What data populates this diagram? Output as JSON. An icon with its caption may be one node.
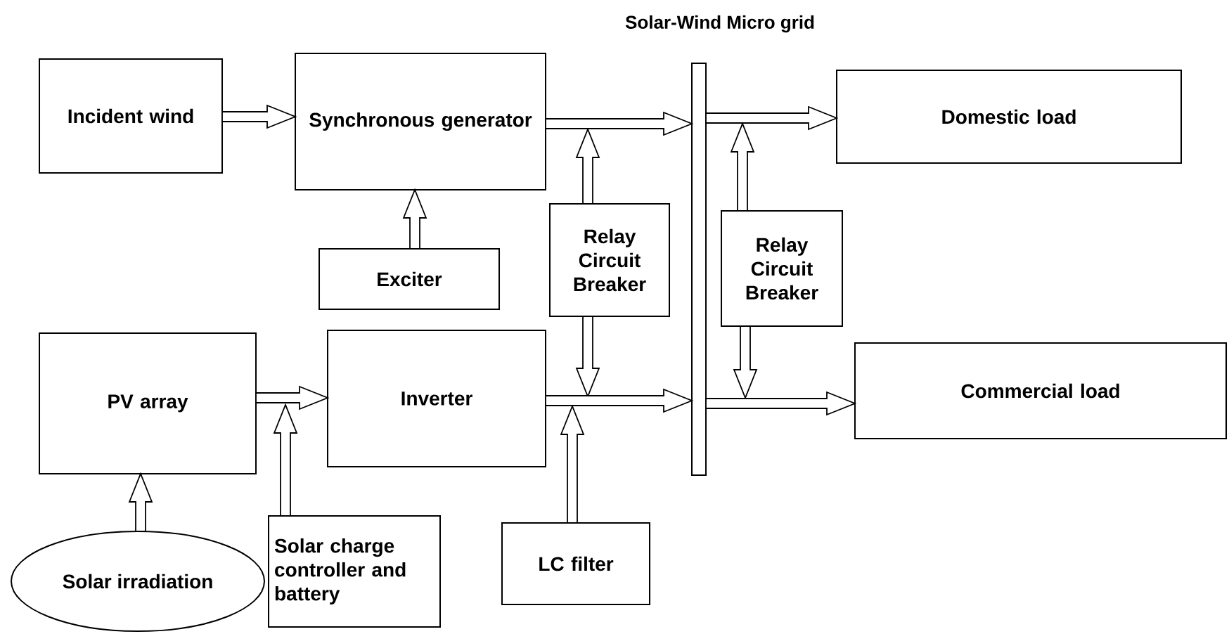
{
  "diagram": {
    "title": "Solar-Wind Micro grid",
    "nodes": [
      {
        "text": [
          "Incident wind"
        ]
      },
      {
        "text": [
          "Synchronous generator"
        ]
      },
      {
        "text": [
          "Exciter"
        ]
      },
      {
        "text": [
          "Relay Circuit Breaker"
        ]
      },
      {
        "text": [],
        "shape": "bar"
      },
      {
        "text": [
          "Relay Circuit Breaker"
        ]
      },
      {
        "text": [
          "Domestic load"
        ]
      },
      {
        "text": [
          "PV array"
        ]
      },
      {
        "text": [
          "Inverter"
        ]
      },
      {
        "text": [
          "Commercial load"
        ]
      },
      {
        "text": [
          "Solar charge controller and battery"
        ]
      },
      {
        "text": [
          "LC filter"
        ]
      },
      {
        "text": [
          "Solar irradiation"
        ]
      }
    ],
    "edges": [
      {
        "from": 0,
        "to": 1,
        "arrow": "to"
      },
      {
        "from": 1,
        "to": 4,
        "arrow": "to"
      },
      {
        "from": 2,
        "to": 1,
        "arrow": "to"
      },
      {
        "from": 3,
        "to": null,
        "arrow": "to"
      },
      {
        "from": 3,
        "to": null,
        "arrow": "to"
      },
      {
        "from": 4,
        "to": 6,
        "arrow": "to"
      },
      {
        "from": 5,
        "to": null,
        "arrow": "to"
      },
      {
        "from": 5,
        "to": null,
        "arrow": "to"
      },
      {
        "from": 7,
        "to": 8,
        "arrow": "to"
      },
      {
        "from": 8,
        "to": 4,
        "arrow": "to"
      },
      {
        "from": 4,
        "to": 9,
        "arrow": "to"
      },
      {
        "from": 10,
        "to": null,
        "arrow": "to"
      },
      {
        "from": 11,
        "to": null,
        "arrow": "to"
      },
      {
        "from": 12,
        "to": 7,
        "arrow": "to"
      }
    ]
  }
}
